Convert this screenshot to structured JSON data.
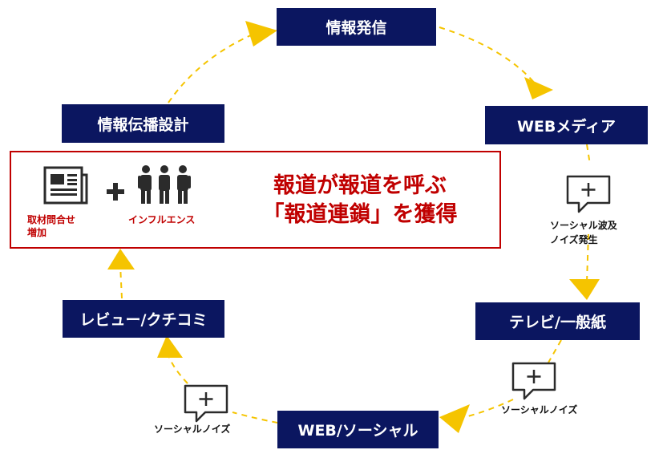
{
  "stages": {
    "info_release": "情報発信",
    "web_media": "WEBメディア",
    "tv_paper": "テレビ/一般紙",
    "web_social": "WEB/ソーシャル",
    "review": "レビュー/クチコミ",
    "design": "情報伝播設計"
  },
  "center": {
    "left_label_line1": "取材問合せ",
    "left_label_line2": "増加",
    "right_label": "インフルエンス",
    "headline_line1": "報道が報道を呼ぶ",
    "headline_line2": "「報道連鎖」を獲得"
  },
  "notes": {
    "social_spread_line1": "ソーシャル波及",
    "social_spread_line2": "ノイズ発生",
    "social_noise_right": "ソーシャルノイズ",
    "social_noise_left": "ソーシャルノイズ"
  },
  "colors": {
    "stage_bg": "#0b1660",
    "accent_red": "#c00000",
    "arrow": "#f5c400"
  },
  "icons": [
    "newspaper-icon",
    "plus-icon",
    "people-icon",
    "chat-bubble-icon",
    "arrow-icon"
  ]
}
